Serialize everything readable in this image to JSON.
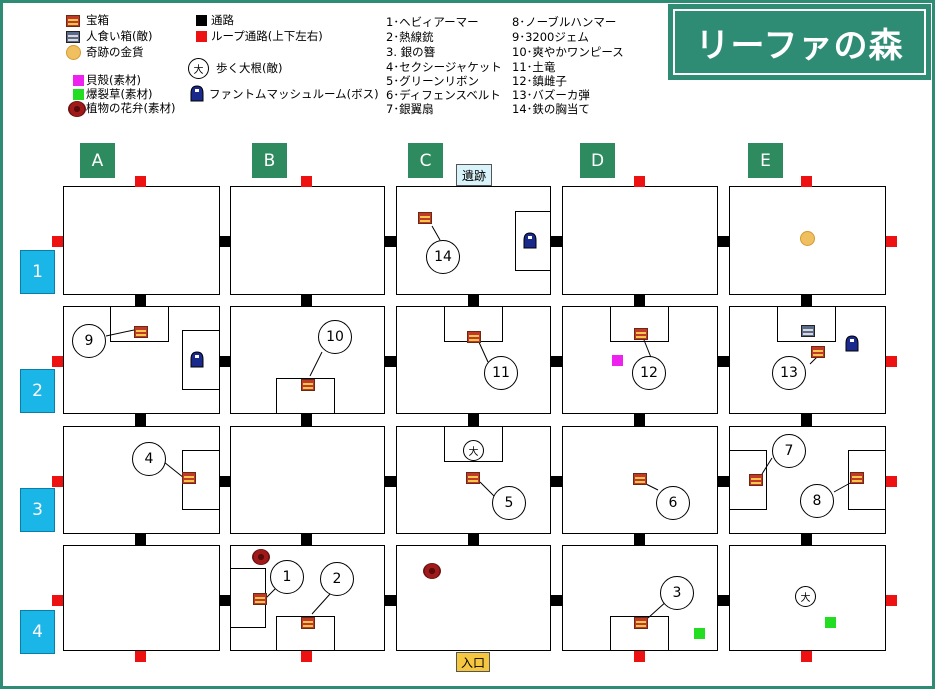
{
  "title": "リーファの森",
  "legend": {
    "chest": "宝箱",
    "mimic": "人食い箱(敵)",
    "coin": "奇跡の金貨",
    "shell": "貝殻(素材)",
    "bomb_grass": "爆裂草(素材)",
    "petal": "植物の花弁(素材)",
    "passage": "通路",
    "loop_passage": "ループ通路(上下左右)",
    "radish_symbol": "大",
    "radish": "歩く大根(敵)",
    "boss": "ファントムマッシュルーム(ボス)"
  },
  "items_list": [
    "1･ヘビィアーマー",
    "2･熱線銃",
    "3. 銀の簪",
    "4･セクシージャケット",
    "5･グリーンリボン",
    "6･ディフェンスベルト",
    "7･銀翼扇",
    "8･ノーブルハンマー",
    "9･3200ジェム",
    "10･爽やかワンピース",
    "11･土竜",
    "12･鎮雌子",
    "13･バズーカ弾",
    "14･鉄の胸当て"
  ],
  "columns": [
    "A",
    "B",
    "C",
    "D",
    "E"
  ],
  "rows": [
    "1",
    "2",
    "3",
    "4"
  ],
  "signs": {
    "ruins": "遺跡",
    "entrance": "入口"
  },
  "markers": {
    "b9": "9",
    "b10": "10",
    "b14": "14",
    "b11": "11",
    "b12": "12",
    "b13": "13",
    "b4": "4",
    "b5": "5",
    "b6": "6",
    "b7": "7",
    "b8": "8",
    "b1": "1",
    "b2": "2",
    "b3": "3",
    "r1": "大",
    "r2": "大"
  },
  "colors": {
    "frame": "#2e8b74",
    "column_header": "#2e8b60",
    "row_header": "#1ab6e8",
    "loop": "#ee1111",
    "shell": "#ee22ee",
    "bomb_grass": "#22dd22",
    "boss": "#1a2a8c"
  }
}
